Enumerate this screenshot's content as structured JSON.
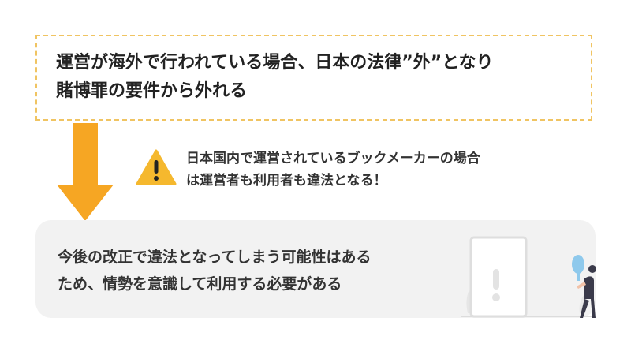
{
  "top": {
    "lines": [
      "運営が海外で行われている場合、日本の法律”外”となり",
      "賭博罪の要件から外れる"
    ]
  },
  "warning": {
    "lines": [
      "日本国内で運営されているブックメーカーの場合",
      "は運営者も利用者も違法となる！"
    ]
  },
  "bottom": {
    "lines": [
      "今後の改正で違法となってしまう可能性はある",
      "ため、情勢を意識して利用する必要がある"
    ]
  },
  "colors": {
    "dashed_border": "#f0c462",
    "arrow": "#f6a623",
    "warning": "#f5b82e",
    "box_bg": "#f2f2f2",
    "accent_blue": "#8ec9ec"
  }
}
